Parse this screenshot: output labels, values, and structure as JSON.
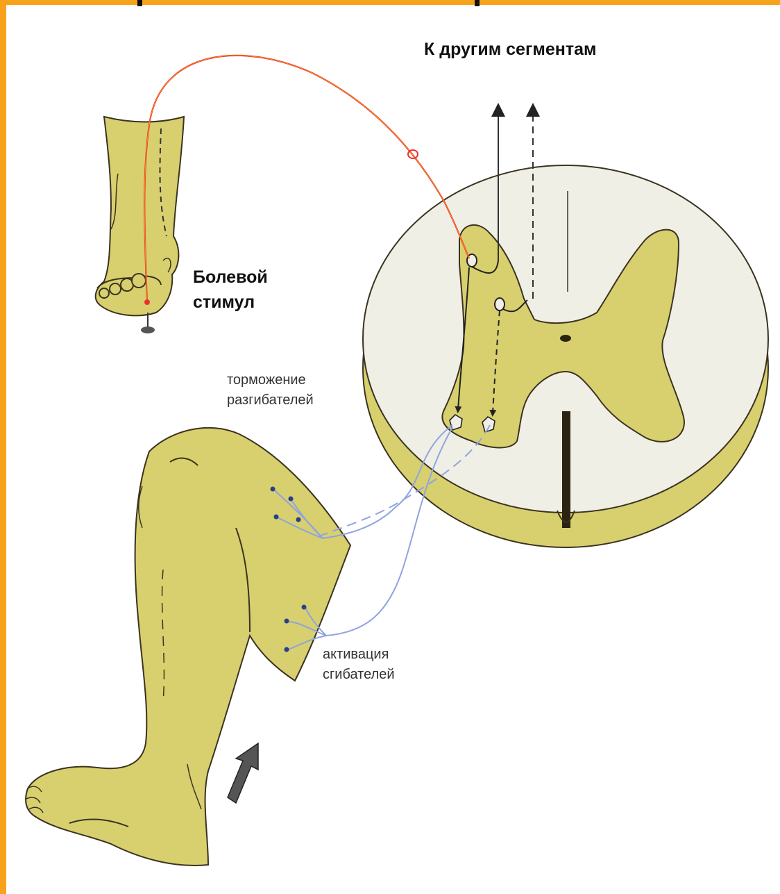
{
  "labels": {
    "other_segments": "К другим  сегментам",
    "pain_stimulus_line1": "Болевой",
    "pain_stimulus_line2": "стимул",
    "extensor_inhibition_line1": "торможение",
    "extensor_inhibition_line2": "разгибателей",
    "flexor_activation_line1": "активация",
    "flexor_activation_line2": "сгибателей"
  },
  "colors": {
    "frame": "#f7a21b",
    "skin": "#d8cf6e",
    "white_matter": "#f0efe6",
    "afferent_nerve": "#e8332c",
    "efferent_nerve": "#8fa4e0",
    "outline": "#3a3320"
  }
}
